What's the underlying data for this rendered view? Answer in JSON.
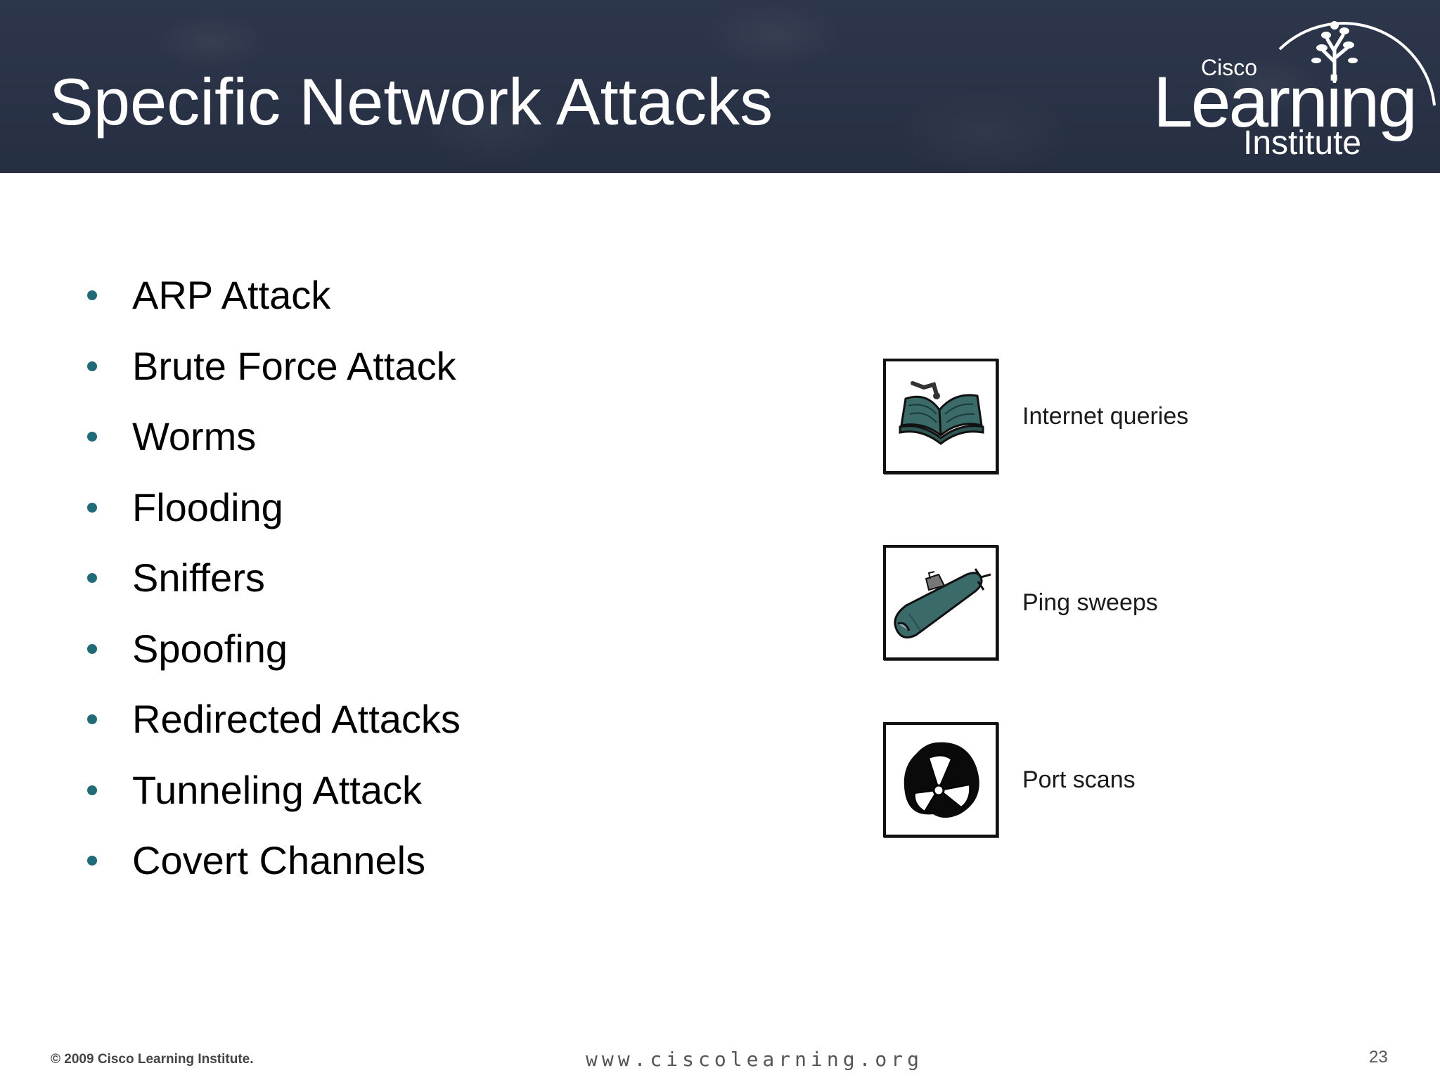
{
  "slide": {
    "title": "Specific Network Attacks",
    "logo": {
      "line1": "Cisco",
      "line2": "Learning",
      "line3": "Institute"
    },
    "bullets": [
      "ARP Attack",
      "Brute Force Attack",
      "Worms",
      "Flooding",
      "Sniffers",
      "Spoofing",
      "Redirected Attacks",
      "Tunneling Attack",
      "Covert Channels"
    ],
    "recon": [
      {
        "icon": "book-icon",
        "label": "Internet queries"
      },
      {
        "icon": "submarine-icon",
        "label": "Ping sweeps"
      },
      {
        "icon": "propeller-icon",
        "label": "Port scans"
      }
    ],
    "footer": {
      "copyright": "© 2009 Cisco Learning Institute.",
      "url": "www.ciscolearning.org",
      "page_number": "23"
    }
  },
  "colors": {
    "header_bg": "#2b3448",
    "bullet": "#1f6b77",
    "icon_teal": "#3a6b68"
  }
}
